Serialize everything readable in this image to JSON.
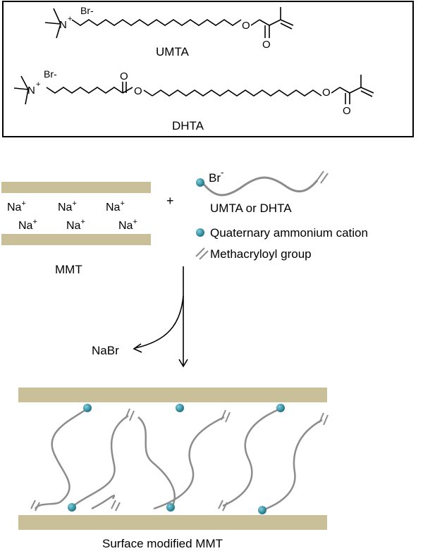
{
  "structures": {
    "umta": {
      "name": "UMTA",
      "nitrogen": "N",
      "charge": "+",
      "counterion": "Br-",
      "oxygen_single": "O",
      "oxygen_double": "O"
    },
    "dhta": {
      "name": "DHTA",
      "nitrogen": "N",
      "charge": "+",
      "counterion": "Br-",
      "oxygen_ketone": "O",
      "oxygen_ester1": "O",
      "oxygen_ester2": "O",
      "oxygen_double": "O"
    }
  },
  "scheme": {
    "ions": [
      "Na",
      "Na",
      "Na",
      "Na",
      "Na",
      "Na"
    ],
    "ion_charge": "+",
    "mmt_label": "MMT",
    "plus": "+",
    "surfactant_counterion": "Br",
    "surfactant_counterion_charge": "-",
    "surfactant_label": "UMTA or DHTA",
    "legend": [
      {
        "symbol": "teal-dot",
        "label": "Quaternary ammonium cation"
      },
      {
        "symbol": "double-line",
        "label": "Methacryloyl group"
      }
    ],
    "byproduct": "NaBr",
    "result_label": "Surface modified MMT"
  },
  "colors": {
    "clay": "#c9bf99",
    "cation": "#2f8ea0",
    "chain": "#8c8c8c",
    "structure_line": "#000000"
  }
}
